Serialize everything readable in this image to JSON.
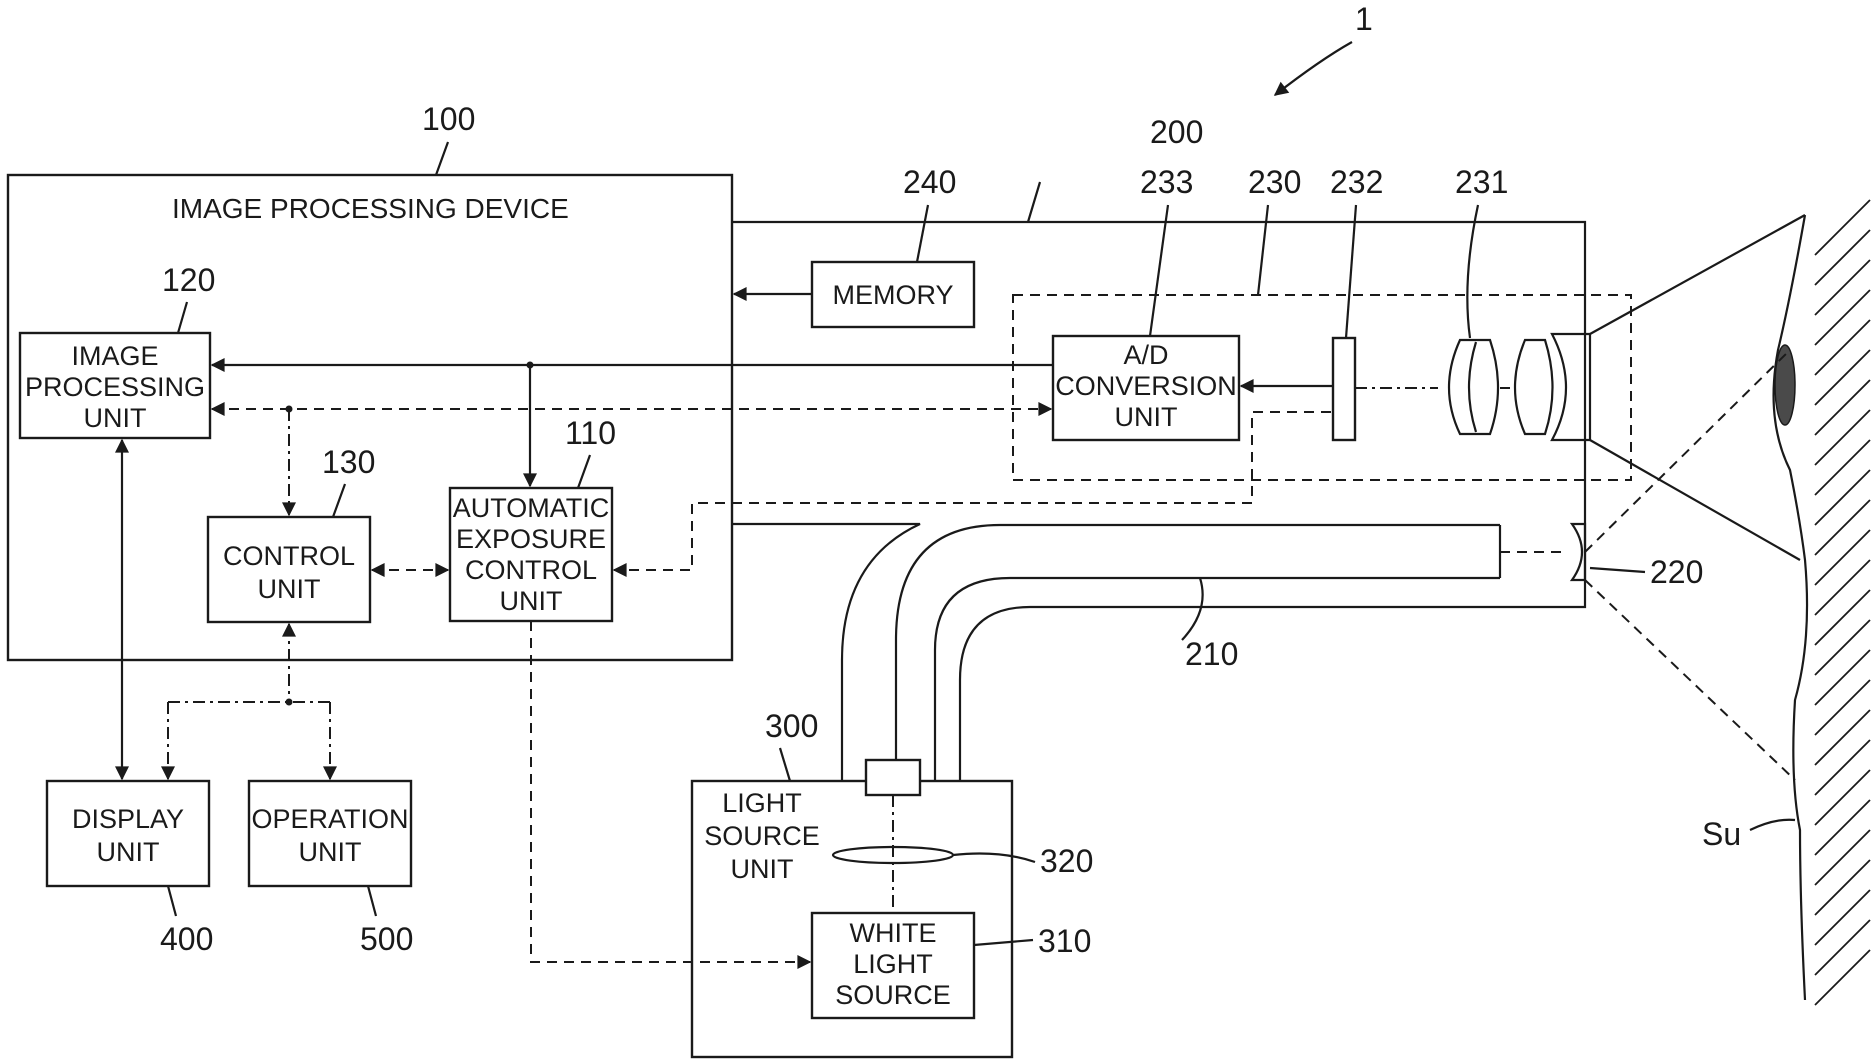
{
  "reference_numerals": {
    "system": "1",
    "image_processing_device": "100",
    "auto_exposure": "110",
    "image_processing_unit": "120",
    "control_unit": "130",
    "endoscope": "200",
    "light_guide": "210",
    "illumination_lens": "220",
    "imaging_unit": "230",
    "objective_lens": "231",
    "image_sensor": "232",
    "ad_conversion": "233",
    "memory": "240",
    "light_source_unit": "300",
    "white_light_source": "310",
    "condenser_lens": "320",
    "display_unit": "400",
    "operation_unit": "500",
    "subject": "Su"
  },
  "labels": {
    "image_processing_device": "IMAGE PROCESSING DEVICE",
    "image_processing_unit": [
      "IMAGE",
      "PROCESSING",
      "UNIT"
    ],
    "control_unit": [
      "CONTROL",
      "UNIT"
    ],
    "auto_exposure": [
      "AUTOMATIC",
      "EXPOSURE",
      "CONTROL",
      "UNIT"
    ],
    "memory": "MEMORY",
    "ad_conversion": [
      "A/D",
      "CONVERSION",
      "UNIT"
    ],
    "display_unit": [
      "DISPLAY",
      "UNIT"
    ],
    "operation_unit": [
      "OPERATION",
      "UNIT"
    ],
    "light_source_unit": [
      "LIGHT",
      "SOURCE",
      "UNIT"
    ],
    "white_light_source": [
      "WHITE",
      "LIGHT",
      "SOURCE"
    ]
  }
}
